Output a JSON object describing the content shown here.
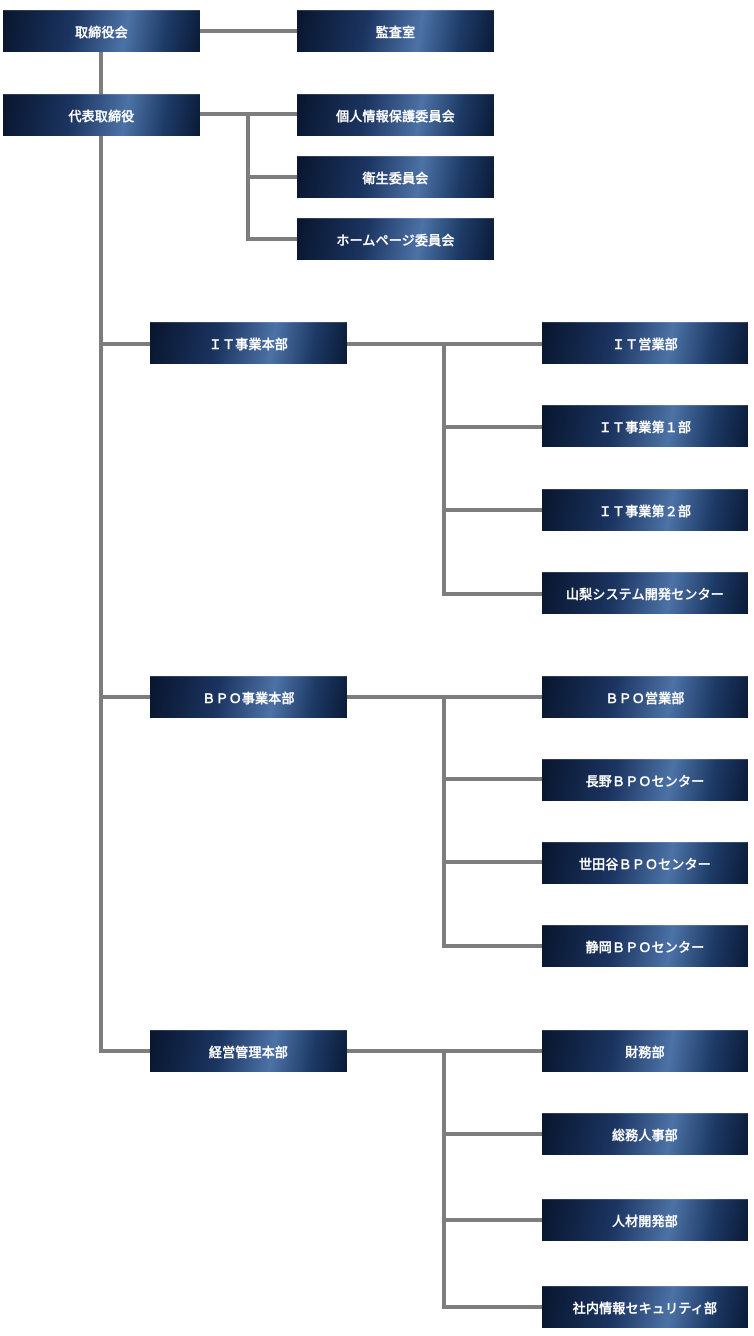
{
  "org_chart": {
    "board": "取締役会",
    "audit": "監査室",
    "ceo": "代表取締役",
    "committees": [
      "個人情報保護委員会",
      "衛生委員会",
      "ホームページ委員会"
    ],
    "divisions": [
      {
        "name": "ＩＴ事業本部",
        "departments": [
          "ＩＴ営業部",
          "ＩＴ事業第１部",
          "ＩＴ事業第２部",
          "山梨システム開発センター"
        ]
      },
      {
        "name": "ＢＰＯ事業本部",
        "departments": [
          "ＢＰＯ営業部",
          "長野ＢＰＯセンター",
          "世田谷ＢＰＯセンター",
          "静岡ＢＰＯセンター"
        ]
      },
      {
        "name": "経営管理本部",
        "departments": [
          "財務部",
          "総務人事部",
          "人材開発部",
          "社内情報セキュリティ部"
        ]
      }
    ]
  },
  "colors": {
    "box_dark": "#08152d",
    "box_light": "#4c72a6",
    "connector": "#7d7d7d",
    "text": "#ffffff"
  }
}
